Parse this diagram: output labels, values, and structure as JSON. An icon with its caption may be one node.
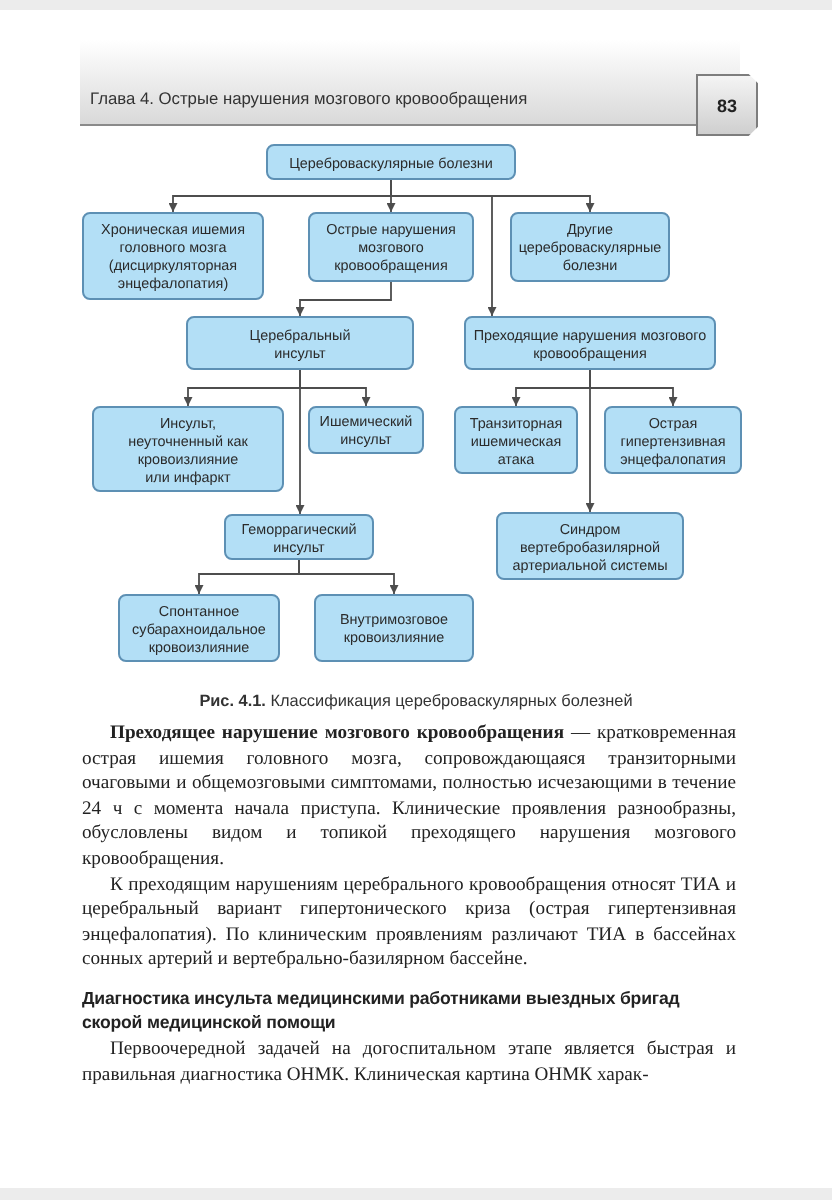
{
  "diagram": {
    "caption": "**Рис. 4.1.** Классификация цереброваскулярных болезней",
    "nodes": [
      {
        "text": [
          "Цереброваскулярные болезни"
        ]
      },
      {
        "text": [
          "Хроническая ишемия головного мозга (дисциркуляторная энцефалопатия)"
        ]
      },
      {
        "text": [
          "Острые нарушения мозгового кровообращения"
        ]
      },
      {
        "text": [
          "Другие цереброваскулярные болезни"
        ]
      },
      {
        "text": [
          "Церебральный инсульт"
        ]
      },
      {
        "text": [
          "Преходящие нарушения мозгового кровообращения"
        ]
      },
      {
        "text": [
          "Инсульт, неуточненный как кровоизлияние или инфаркт"
        ]
      },
      {
        "text": [
          "Ишемический инсульт"
        ]
      },
      {
        "text": [
          "Транзиторная ишемическая атака"
        ]
      },
      {
        "text": [
          "Острая гипертензивная энцефалопатия"
        ]
      },
      {
        "text": [
          "Геморрагический инсульт"
        ]
      },
      {
        "text": [
          "Синдром вертебробазилярной артериальной системы"
        ]
      },
      {
        "text": [
          "Спонтанное субарахноидальное кровоизлияние"
        ]
      },
      {
        "text": [
          "Внутримозговое кровоизлияние"
        ]
      }
    ],
    "edges": [
      {
        "from": 0,
        "to": 1,
        "arrow": "to"
      },
      {
        "from": 0,
        "to": 2,
        "arrow": "to"
      },
      {
        "from": 0,
        "to": 3,
        "arrow": "to"
      },
      {
        "from": 0,
        "to": 5,
        "arrow": "to"
      },
      {
        "from": 2,
        "to": 4,
        "arrow": "to"
      },
      {
        "from": 4,
        "to": 6,
        "arrow": "to"
      },
      {
        "from": 4,
        "to": 7,
        "arrow": "to"
      },
      {
        "from": 4,
        "to": 10,
        "arrow": "to"
      },
      {
        "from": 5,
        "to": 8,
        "arrow": "to"
      },
      {
        "from": 5,
        "to": 9,
        "arrow": "to"
      },
      {
        "from": 5,
        "to": 11,
        "arrow": "to"
      },
      {
        "from": 10,
        "to": 12,
        "arrow": "to"
      },
      {
        "from": 10,
        "to": 13,
        "arrow": "to"
      }
    ],
    "labels": [
      "Глава 4. Острые нарушения мозгового кровообращения",
      "83",
      "**Преходящее нарушение мозгового кровообращения** — кратковременная острая ишемия головного мозга, сопровождающаяся транзиторными очаговыми и общемозговыми симптомами, полностью исчезающими в течение 24 ч с момента начала приступа. Клинические проявления разнообразны, обусловлены видом и топикой преходящего нарушения мозгового кровообращения.",
      "К преходящим нарушениям церебрального кровообращения относят ТИА и церебральный вариант гипертонического криза (острая гипертензивная энцефалопатия). По клиническим проявлениям различают ТИА в бассейнах сонных артерий и вертебрально-базилярном бассейне.",
      "Диагностика инсульта медицинскими работниками выездных бригад скорой медицинской помощи",
      "Первоочередной задачей на догоспитальном этапе является быстрая и правильная диагностика ОНМК. Клиническая картина ОНМК харак-"
    ]
  }
}
